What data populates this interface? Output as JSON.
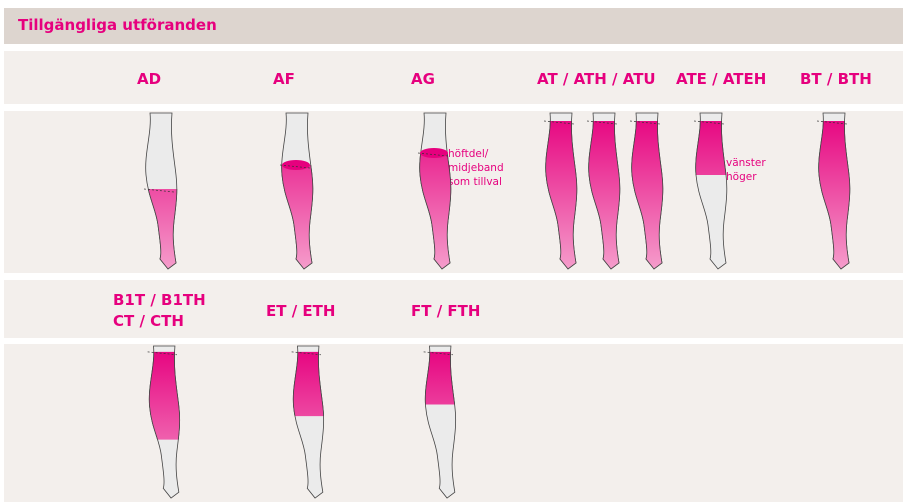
{
  "header": {
    "title": "Tillgängliga utföranden"
  },
  "colors": {
    "accent": "#e6007e",
    "header_bg": "#ddd5cf",
    "band_bg": "#f3efec",
    "leg_fill": "#ebebeb"
  },
  "row1": {
    "labels": [
      "AD",
      "AF",
      "AG",
      "AT / ATH / ATU",
      "ATE / ATEH",
      "BT / BTH"
    ],
    "notes": {
      "ag": [
        "höftdel/",
        "midjeband",
        "som tillval"
      ],
      "ate": [
        "vänster",
        "höger"
      ]
    }
  },
  "row2": {
    "labels": [
      "B1T / B1TH",
      "CT / CTH",
      "ET / ETH",
      "FT / FTH"
    ]
  }
}
